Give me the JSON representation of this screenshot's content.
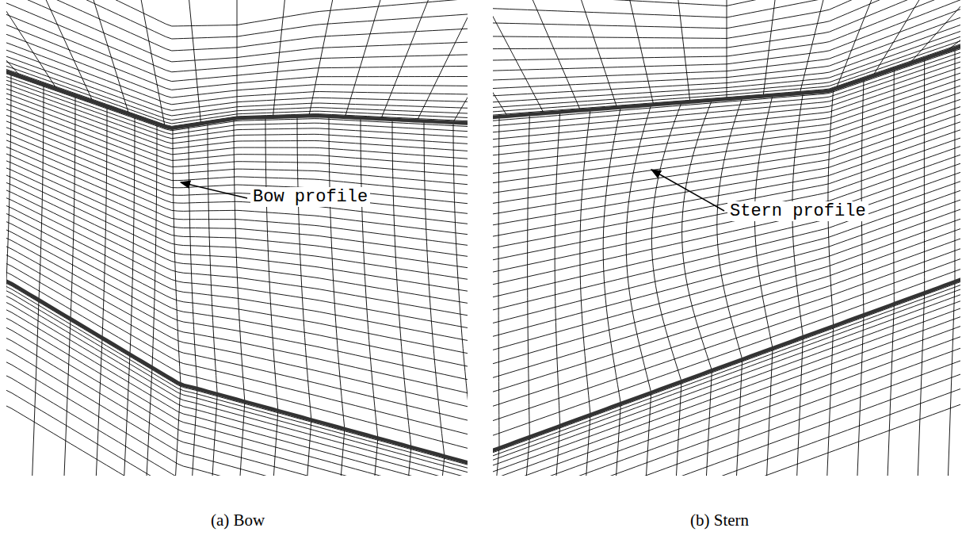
{
  "diagram": {
    "labels": [
      "Bow profile",
      "Stern profile",
      "(a) Bow",
      "(b) Stern"
    ]
  }
}
